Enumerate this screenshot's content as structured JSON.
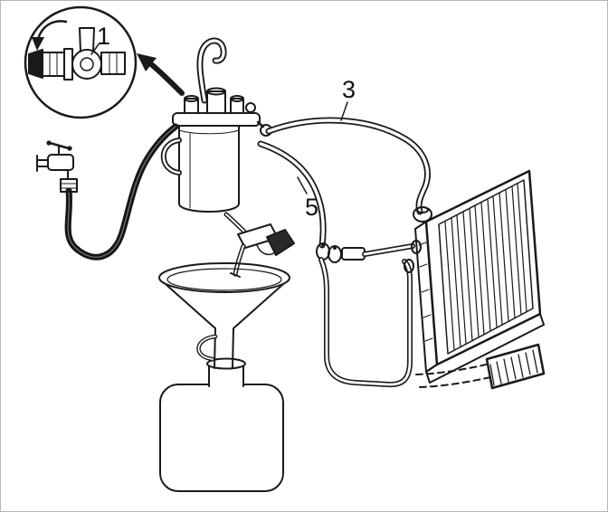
{
  "diagram": {
    "colors": {
      "background": "#ffffff",
      "ink": "#1a1a1a"
    },
    "callouts": {
      "valve_detail": "1",
      "upper_hose": "3",
      "lower_hose": "5"
    }
  }
}
